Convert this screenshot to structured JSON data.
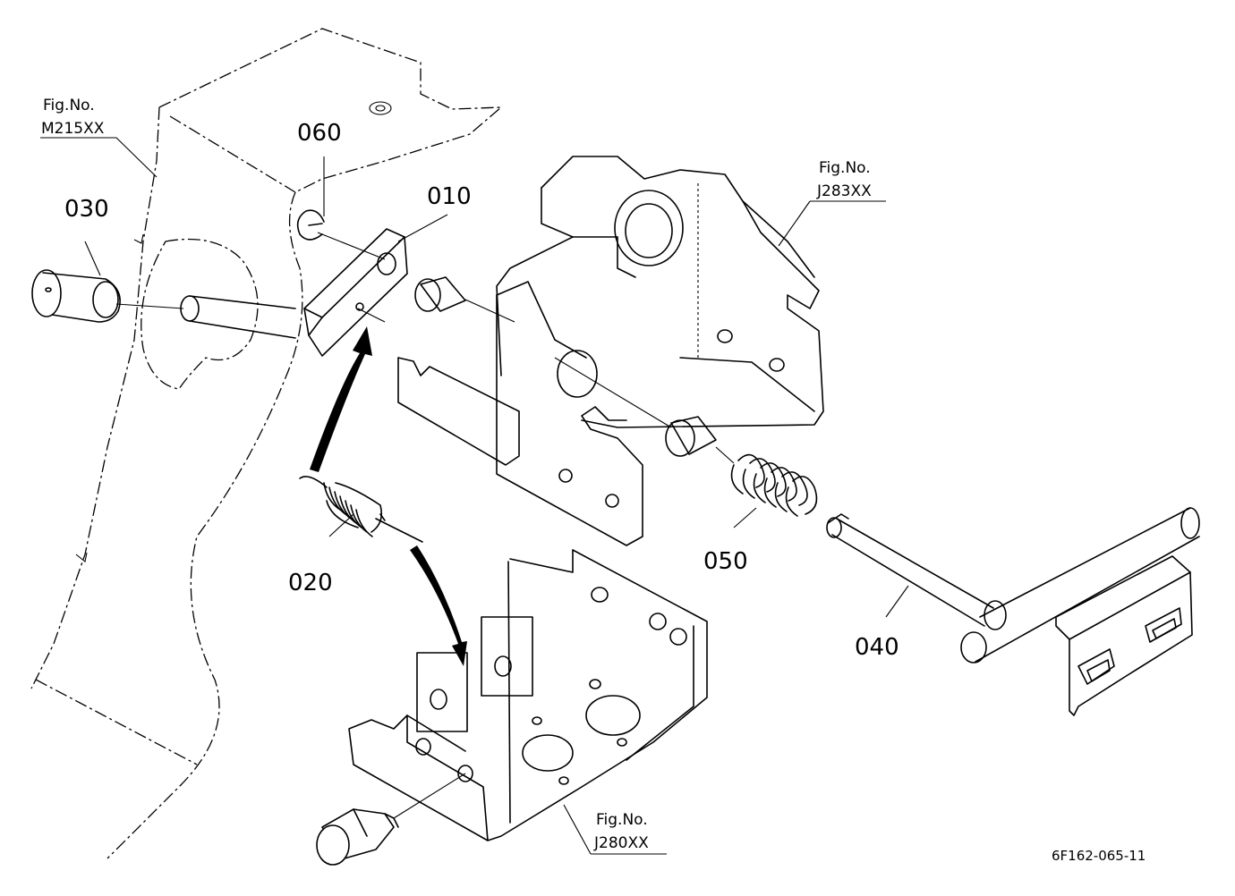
{
  "parts": {
    "p010": "010",
    "p020": "020",
    "p030": "030",
    "p040": "040",
    "p050": "050",
    "p060": "060"
  },
  "figure_refs": {
    "m215": {
      "caption": "Fig.No.",
      "number": "M215XX"
    },
    "j283": {
      "caption": "Fig.No.",
      "number": "J283XX"
    },
    "j280": {
      "caption": "Fig.No.",
      "number": "J280XX"
    }
  },
  "drawing_code": "6F162-065-11"
}
